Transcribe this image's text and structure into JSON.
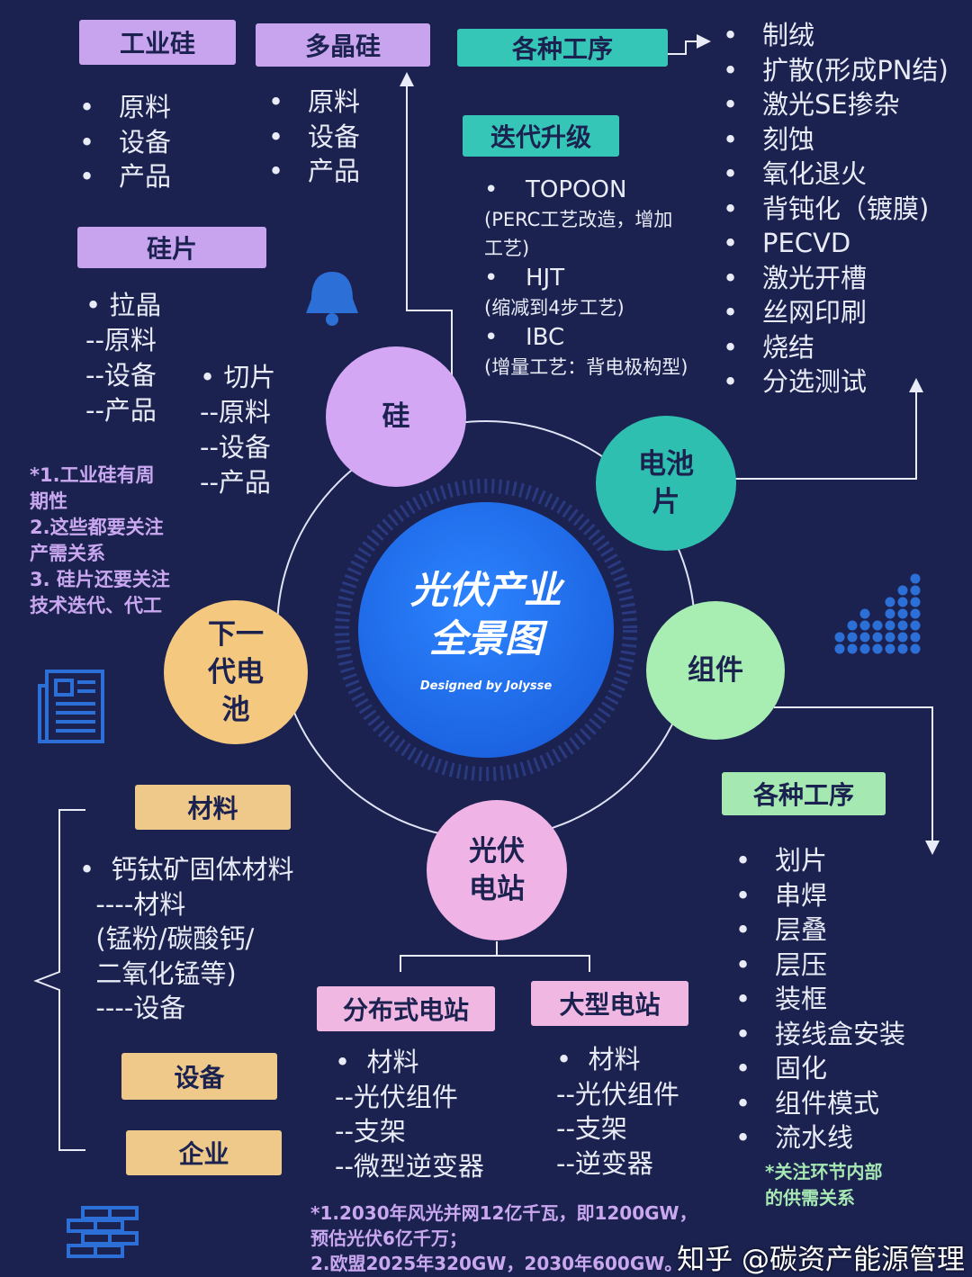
{
  "silicon": {
    "industrial_label": "工业硅",
    "industrial_items": [
      "原料",
      "设备",
      "产品"
    ],
    "poly_label": "多晶硅",
    "poly_items": [
      "原料",
      "设备",
      "产品"
    ],
    "wafer_label": "硅片",
    "wafer_pull": [
      "• 拉晶",
      "--原料",
      "--设备",
      "--产品"
    ],
    "wafer_cut": [
      "• 切片",
      "--原料",
      "--设备",
      "--产品"
    ],
    "notes": [
      "*1.工业硅有周",
      "期性",
      "2.这些都要关注",
      "产需关系",
      "3. 硅片还要关注",
      "技术迭代、代工"
    ]
  },
  "cell": {
    "process_label": "各种工序",
    "process_items": [
      "制绒",
      "扩散(形成PN结)",
      "激光SE掺杂",
      "刻蚀",
      "氧化退火",
      "背钝化（镀膜)",
      "PECVD",
      "激光开槽",
      "丝网印刷",
      "烧结",
      "分选测试"
    ],
    "iteration_label": "迭代升级",
    "iteration_items": [
      {
        "name": "TOPOON",
        "desc": [
          "(PERC工艺改造，增加",
          "工艺)"
        ]
      },
      {
        "name": "HJT",
        "desc": [
          "(缩减到4步工艺)"
        ]
      },
      {
        "name": "IBC",
        "desc": [
          "(增量工艺：背电极构型)"
        ]
      }
    ]
  },
  "center": {
    "title_line1": "光伏产业",
    "title_line2": "全景图",
    "credit": "Designed by Jolysse"
  },
  "nodes": {
    "silicon": "硅",
    "cell": "电池片",
    "module": "组件",
    "station": "光伏电站",
    "next_gen": "下一代电池"
  },
  "module": {
    "process_label": "各种工序",
    "process_items": [
      "划片",
      "串焊",
      "层叠",
      "层压",
      "装框",
      "接线盒安装",
      "固化",
      "组件模式",
      "流水线"
    ],
    "note": [
      "*关注环节内部",
      "的供需关系"
    ]
  },
  "next_gen": {
    "material_label": "材料",
    "material_items": [
      "•  钙钛矿固体材料",
      "  ----材料",
      "  (锰粉/碳酸钙/",
      "  二氧化锰等)",
      "  ----设备"
    ],
    "equipment_label": "设备",
    "enterprise_label": "企业"
  },
  "station": {
    "distributed_label": "分布式电站",
    "distributed_items": [
      "•  材料",
      "--光伏组件",
      "--支架",
      "--微型逆变器"
    ],
    "large_label": "大型电站",
    "large_items": [
      "•  材料",
      "--光伏组件",
      "--支架",
      "--逆变器"
    ],
    "notes": [
      "*1.2030年风光并网12亿千瓦，即1200GW，",
      "预估光伏6亿千万；",
      "2.欧盟2025年320GW，2030年600GW。"
    ]
  },
  "watermark": "知乎 @碳资产能源管理",
  "colors": {
    "background": "#1b2250",
    "lavender": "#c8a3ee",
    "teal": "#35c6b7",
    "green": "#a6e8b2",
    "tan": "#efc98a",
    "pink": "#f0b7e2",
    "center_blue": "#1f6ee8"
  }
}
